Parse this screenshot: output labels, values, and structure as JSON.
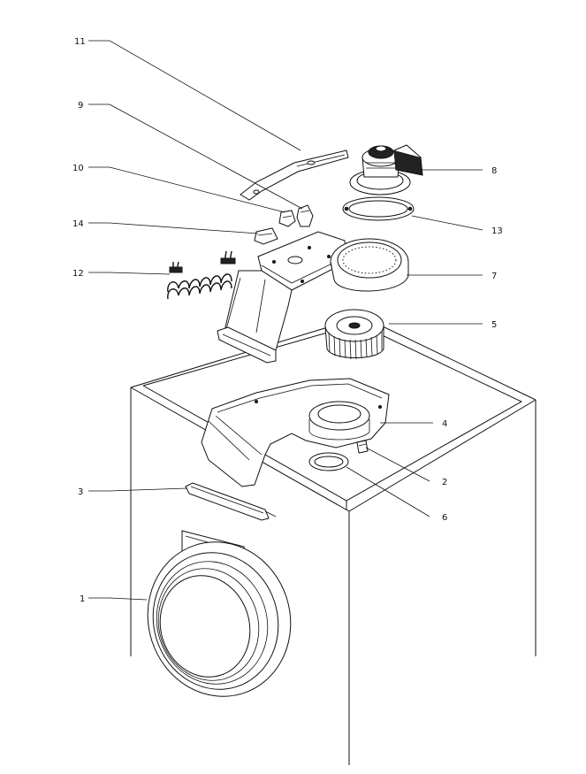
{
  "callouts": [
    {
      "id": "11",
      "label": "11"
    },
    {
      "id": "9",
      "label": "9"
    },
    {
      "id": "10",
      "label": "10"
    },
    {
      "id": "14",
      "label": "14"
    },
    {
      "id": "12",
      "label": "12"
    },
    {
      "id": "8",
      "label": "8"
    },
    {
      "id": "13",
      "label": "13"
    },
    {
      "id": "7",
      "label": "7"
    },
    {
      "id": "5",
      "label": "5"
    },
    {
      "id": "4",
      "label": "4"
    },
    {
      "id": "2",
      "label": "2"
    },
    {
      "id": "6",
      "label": "6"
    },
    {
      "id": "3",
      "label": "3"
    },
    {
      "id": "1",
      "label": "1"
    }
  ]
}
